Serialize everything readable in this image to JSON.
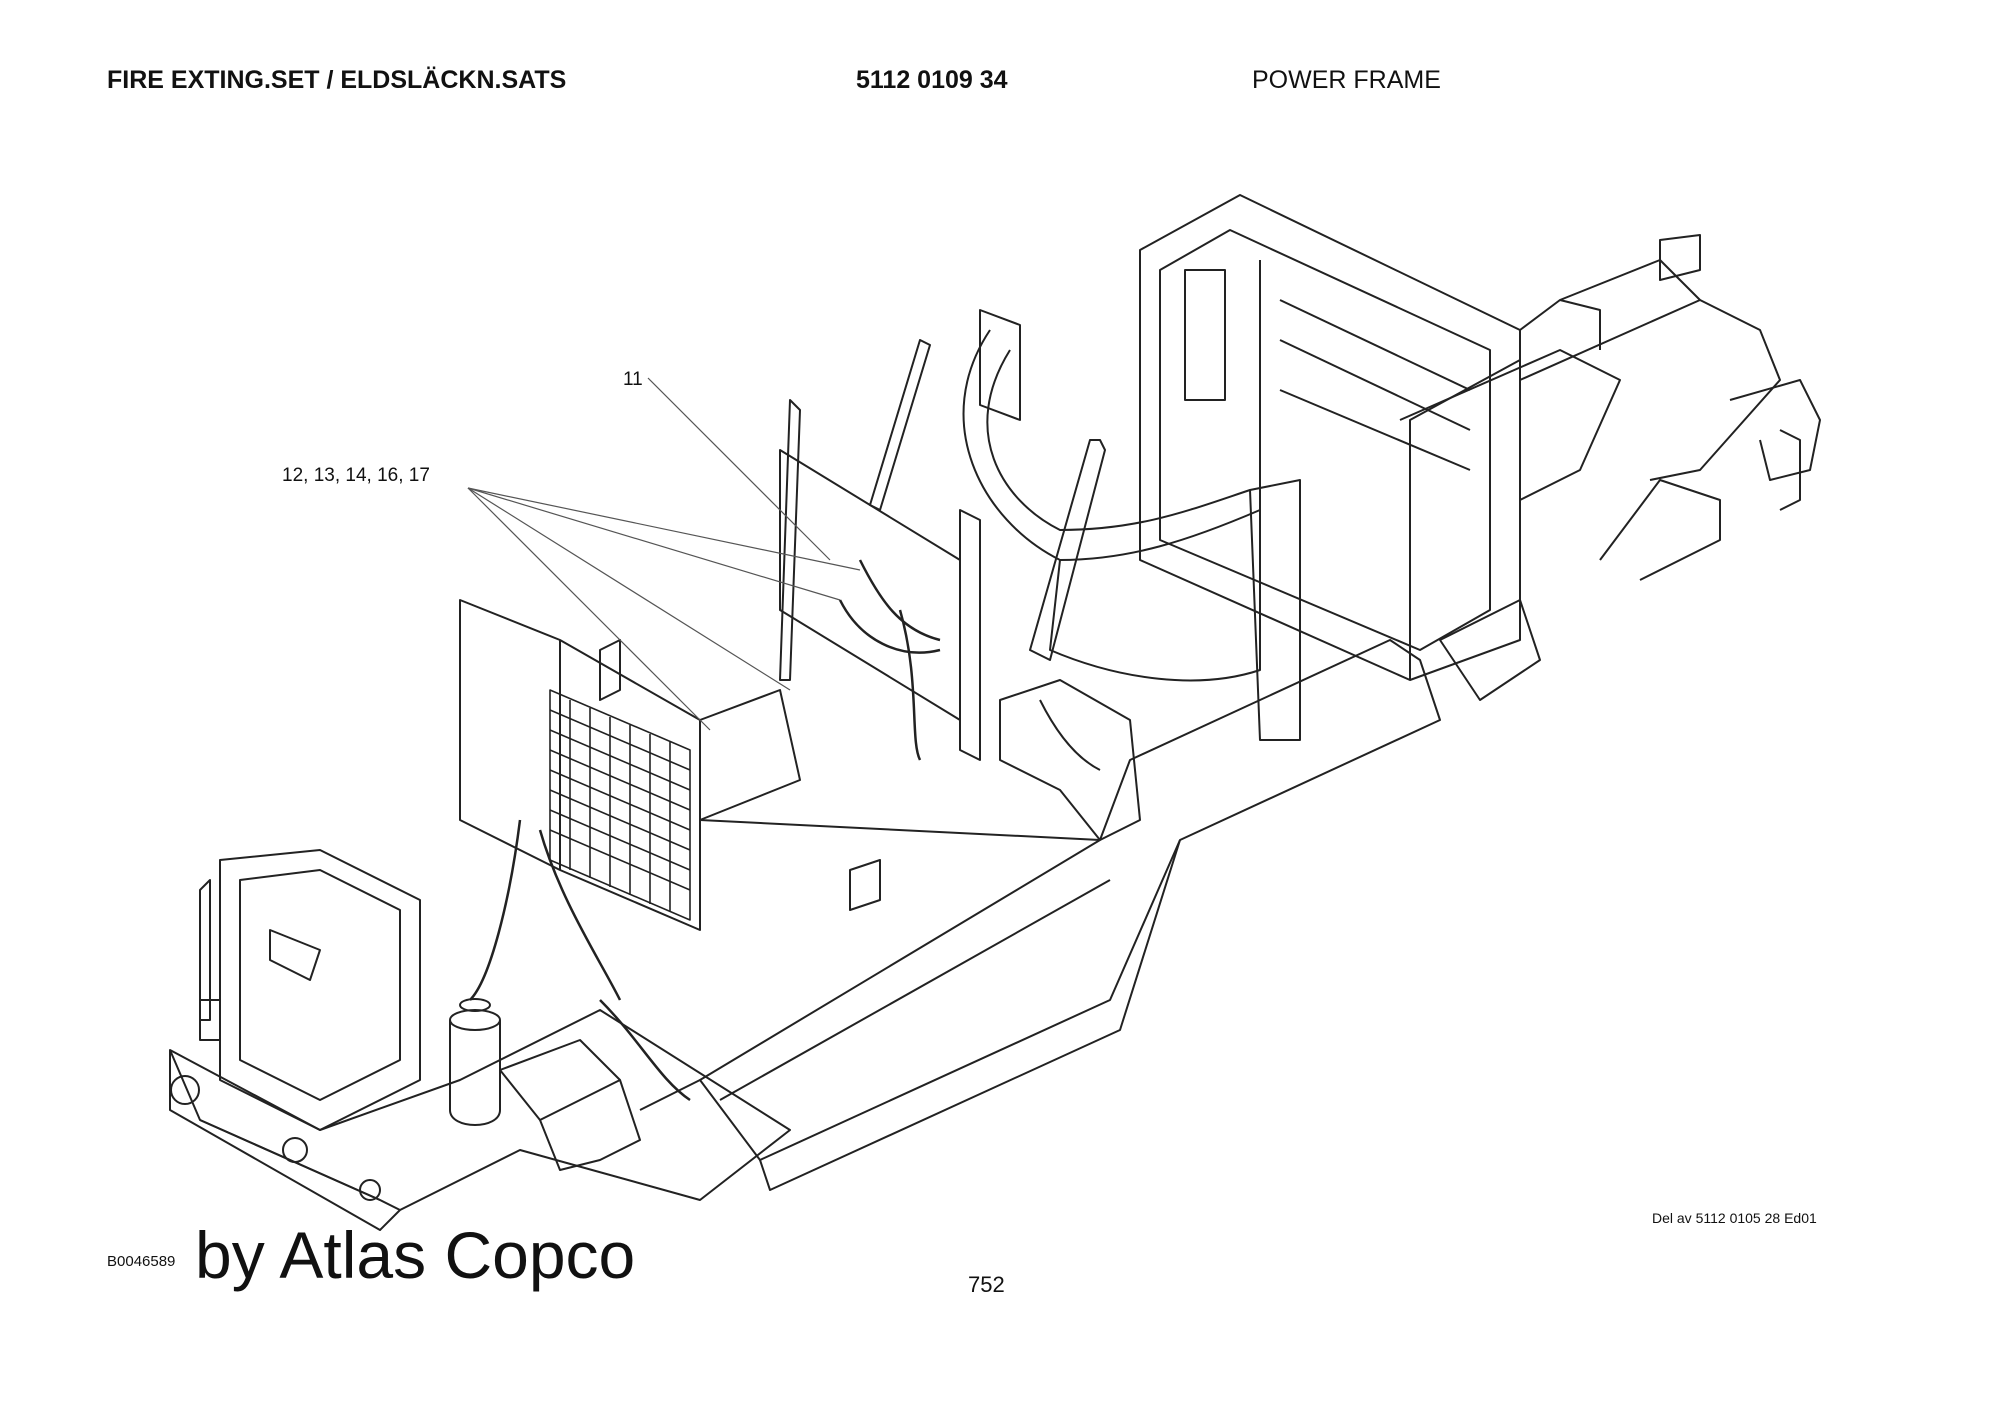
{
  "header": {
    "title": "FIRE EXTING.SET / ELDSLÄCKN.SATS",
    "part_number": "5112 0109 34",
    "section": "POWER FRAME"
  },
  "callouts": {
    "item_11": "11",
    "item_group": "12, 13, 14, 16, 17"
  },
  "footer": {
    "reference": "Del av 5112 0105 28 Ed01",
    "image_id": "B0046589",
    "watermark": "by Atlas Copco",
    "page_number": "752"
  }
}
